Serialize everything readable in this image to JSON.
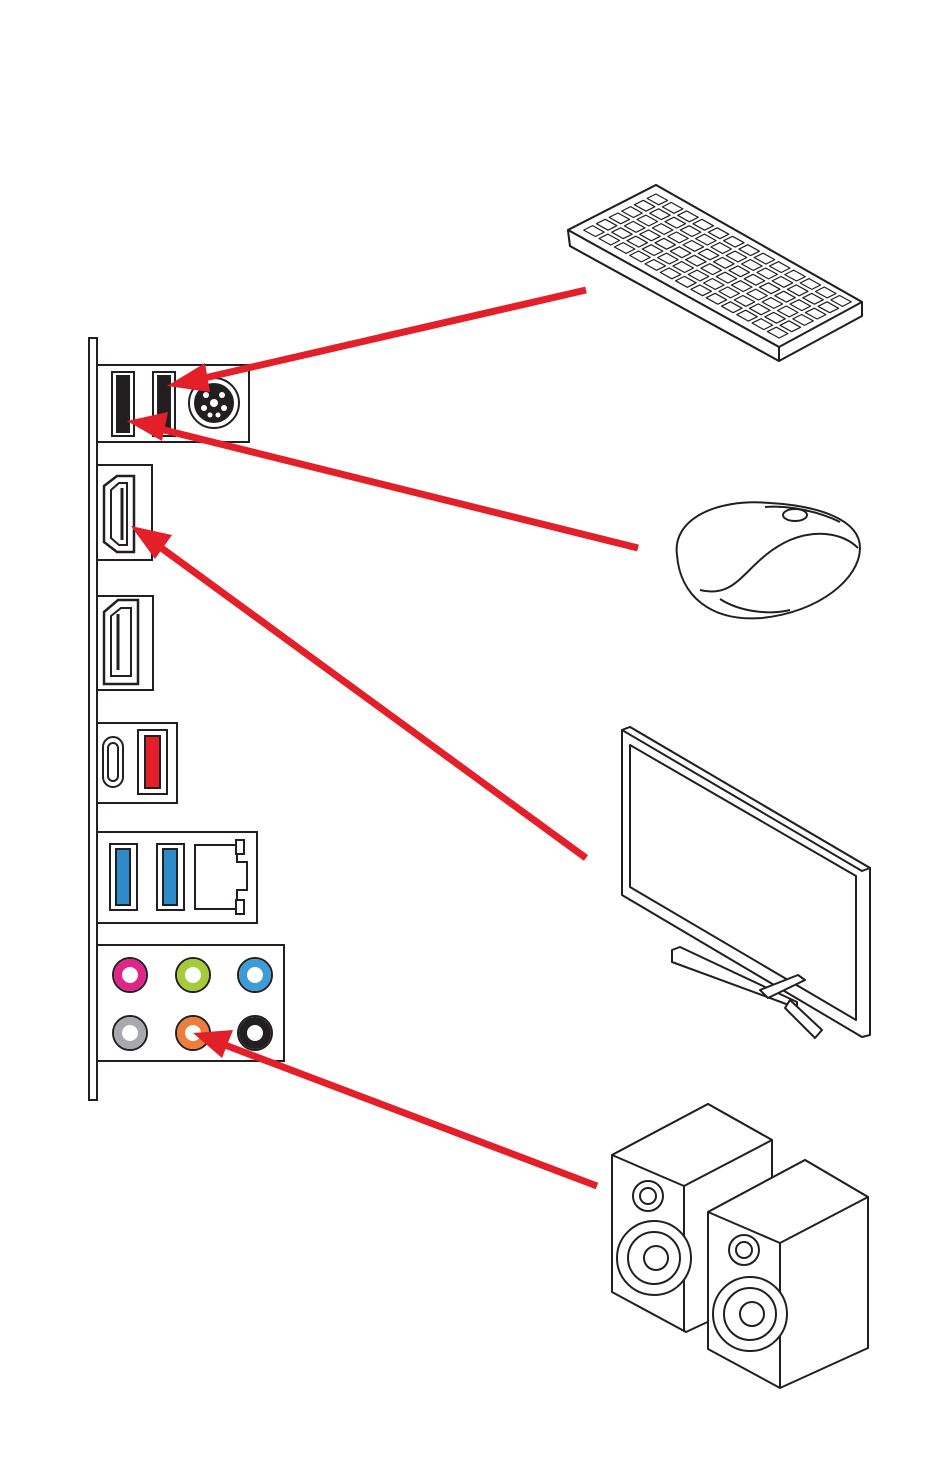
{
  "diagram": {
    "devices": [
      {
        "id": "keyboard",
        "name": "keyboard-icon"
      },
      {
        "id": "mouse",
        "name": "mouse-icon"
      },
      {
        "id": "monitor",
        "name": "monitor-icon"
      },
      {
        "id": "speakers",
        "name": "speakers-icon"
      }
    ],
    "connections": [
      {
        "from": "keyboard",
        "to": "usb-port-2"
      },
      {
        "from": "mouse",
        "to": "usb-port-1"
      },
      {
        "from": "monitor",
        "to": "hdmi-port"
      },
      {
        "from": "speakers",
        "to": "audio-line-out"
      }
    ],
    "colors": {
      "arrow": "#e3202a",
      "outline": "#231f20",
      "usb3_blue": "#2e8bc9",
      "usb_red": "#e3202a",
      "audio_pink": "#e0248a",
      "audio_lime": "#a4cc39",
      "audio_blue": "#3f9bd5",
      "audio_gray": "#a7a9ac",
      "audio_orange": "#ee7d3b",
      "audio_black": "#231f20"
    }
  }
}
